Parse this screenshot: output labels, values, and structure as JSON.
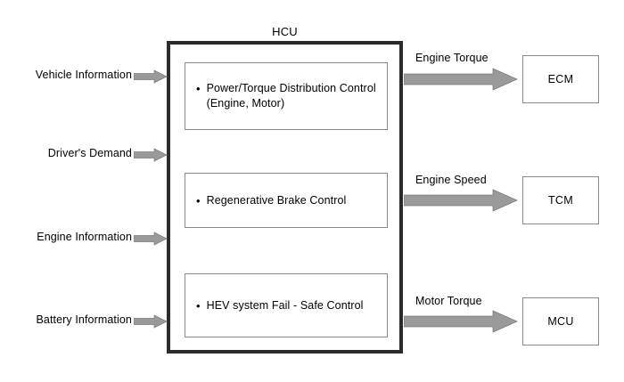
{
  "diagram": {
    "title": "HCU",
    "inputs": [
      {
        "label": "Vehicle Information",
        "arrow": "arrow-right-icon"
      },
      {
        "label": "Driver's Demand",
        "arrow": "arrow-right-icon"
      },
      {
        "label": "Engine Information",
        "arrow": "arrow-right-icon"
      },
      {
        "label": "Battery Information",
        "arrow": "arrow-right-icon"
      }
    ],
    "functions": [
      {
        "bullet": "•",
        "text": "Power/Torque Distribution Control\n(Engine, Motor)"
      },
      {
        "bullet": "•",
        "text": "Regenerative Brake Control"
      },
      {
        "bullet": "•",
        "text": "HEV system Fail - Safe Control"
      }
    ],
    "outputs": [
      {
        "signal": "Engine Torque",
        "target": "ECM",
        "arrow": "arrow-right-icon"
      },
      {
        "signal": "Engine Speed",
        "target": "TCM",
        "arrow": "arrow-right-icon"
      },
      {
        "signal": "Motor Torque",
        "target": "MCU",
        "arrow": "arrow-right-icon"
      }
    ],
    "colors": {
      "arrow_fill": "#9a9a9a",
      "arrow_stroke": "#6f6f6f",
      "outer_border": "#2b2b2b",
      "inner_border": "#8a8a8a",
      "background": "#ffffff",
      "text": "#000000"
    }
  }
}
